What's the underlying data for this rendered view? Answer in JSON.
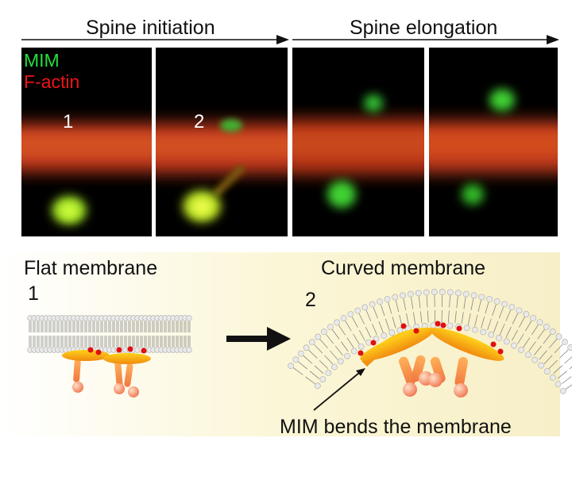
{
  "header": {
    "spine_initiation": "Spine initiation",
    "spine_elongation": "Spine elongation"
  },
  "micrograph": {
    "legend_mim": "MIM",
    "legend_factin": "F-actin",
    "panel_1_number": "1",
    "panel_2_number": "2",
    "colors": {
      "mim": "#22e03a",
      "factin": "#f01515"
    }
  },
  "schematic": {
    "flat_title": "Flat membrane",
    "curved_title": "Curved membrane",
    "flat_number": "1",
    "curved_number": "2",
    "annotation": "MIM bends the membrane",
    "colors": {
      "background": "#fbf6d6",
      "protein": "#f5a417",
      "lipid_head": "#e8e8e8",
      "actin_dot": "#e01010",
      "arrow": "#111111"
    }
  }
}
